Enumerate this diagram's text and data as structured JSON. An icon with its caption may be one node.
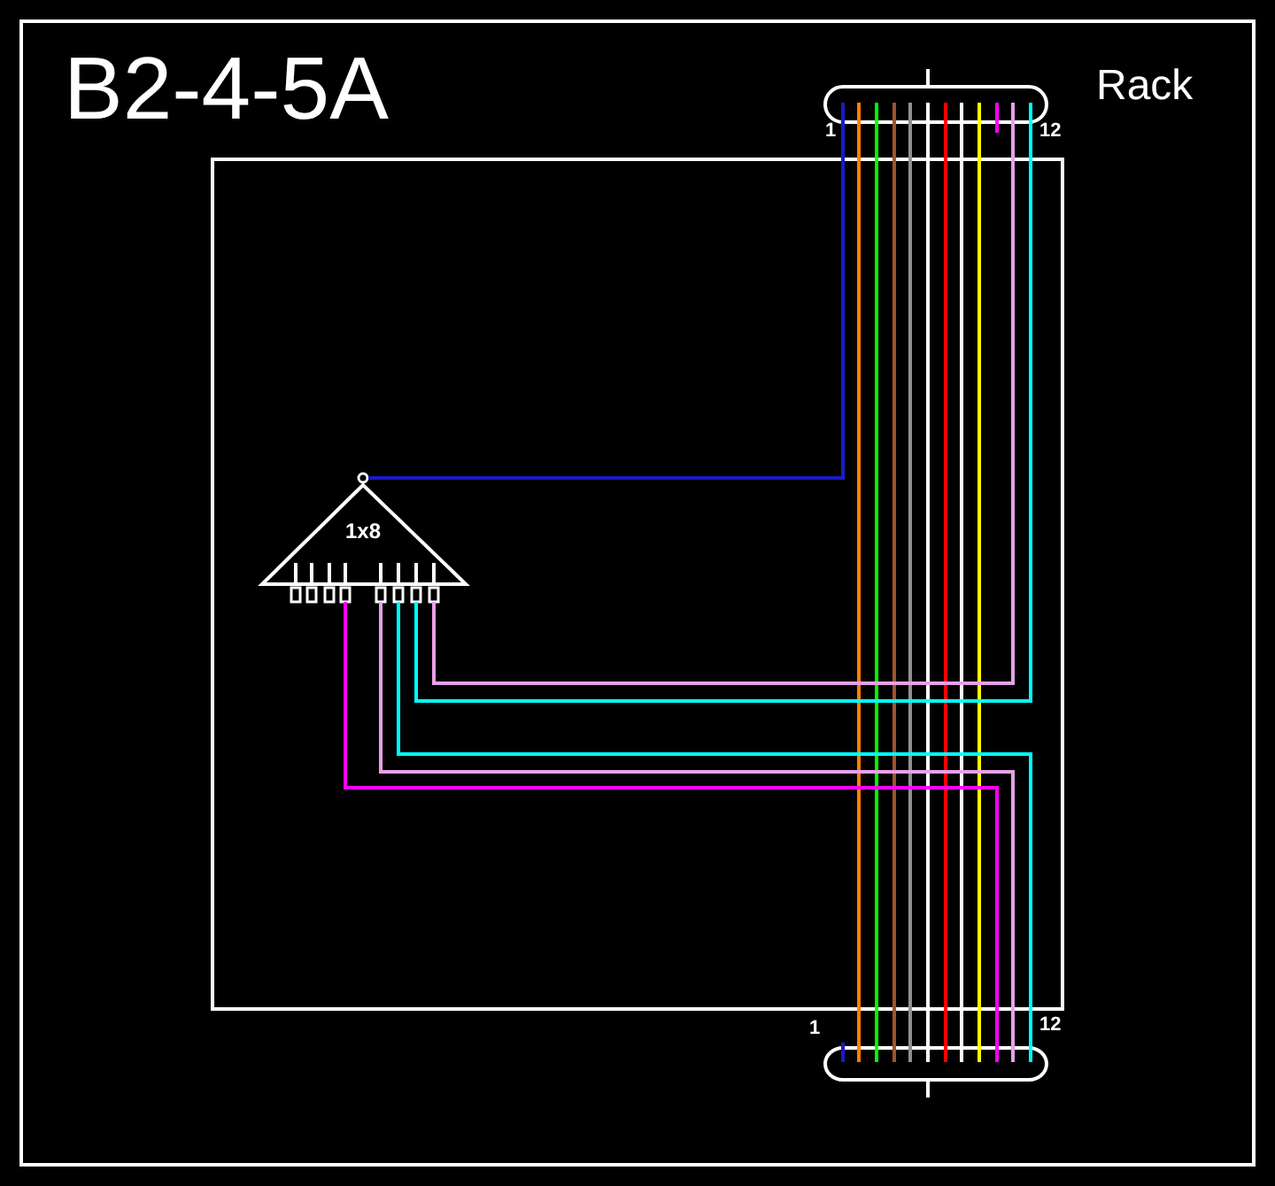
{
  "diagram": {
    "title": "B2-4-5A",
    "nodes": [
      {
        "text": [],
        "shape": "box"
      },
      {
        "text": [],
        "shape": "box"
      },
      {
        "text": [
          "1x8"
        ],
        "in": 0
      },
      {
        "text": [],
        "shape": "box"
      }
    ],
    "edges": [
      {
        "from": 1,
        "to": 2,
        "arrow": "none",
        "color": "#1a1ac8"
      },
      {
        "from": 1,
        "to": 3,
        "arrow": "none",
        "color": "#ff8000"
      },
      {
        "from": 1,
        "to": 3,
        "arrow": "none",
        "color": "#00ff00"
      },
      {
        "from": 1,
        "to": 3,
        "arrow": "none",
        "color": "#a0522d"
      },
      {
        "from": 1,
        "to": 3,
        "arrow": "none",
        "color": "#909090"
      },
      {
        "from": 1,
        "to": 3,
        "arrow": "none",
        "color": "#ffffff"
      },
      {
        "from": 1,
        "to": 3,
        "arrow": "none",
        "color": "#ff0000"
      },
      {
        "from": 1,
        "to": 3,
        "arrow": "none",
        "color": "#ffffff"
      },
      {
        "from": 1,
        "to": 3,
        "arrow": "none",
        "color": "#ffff00"
      },
      {
        "from": 1,
        "to": 2,
        "arrow": "none",
        "color": "#e8a0e8"
      },
      {
        "from": 1,
        "to": 2,
        "arrow": "none",
        "color": "#00ffff"
      },
      {
        "from": 3,
        "to": 2,
        "arrow": "none",
        "color": "#ff00ff"
      },
      {
        "from": 3,
        "to": 2,
        "arrow": "none",
        "color": "#e8a0e8"
      },
      {
        "from": 3,
        "to": 2,
        "arrow": "none",
        "color": "#00ffff"
      },
      {
        "from": 1,
        "to": null,
        "arrow": "none",
        "color": "#ff00ff"
      },
      {
        "from": 3,
        "to": null,
        "arrow": "none",
        "color": "#1a1ac8"
      }
    ],
    "labels": [
      "Rack",
      "1",
      "12",
      "1",
      "12"
    ]
  }
}
